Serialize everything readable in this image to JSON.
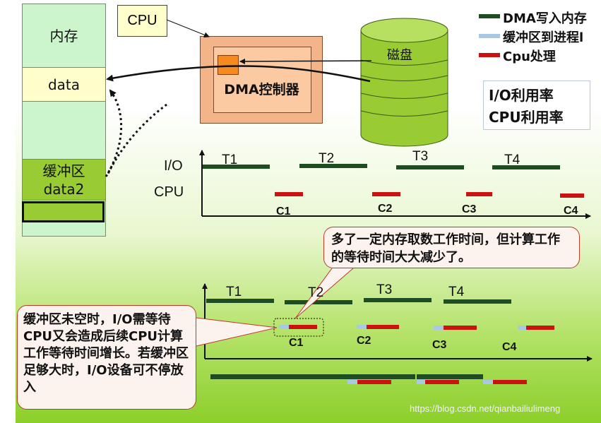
{
  "memory": {
    "label": "内存",
    "data_label": "data",
    "buffer_label": "缓冲区",
    "buffer_data": "data2"
  },
  "cpu_box": "CPU",
  "disk": "磁盘",
  "dma": "DMA控制器",
  "legend": [
    {
      "label": "DMA写入内存",
      "color": "#1e4d22"
    },
    {
      "label": "缓冲区到进程l",
      "color": "#a8c8e6"
    },
    {
      "label": "Cpu处理",
      "color": "#cc1111"
    }
  ],
  "util": {
    "line1": "I/O利用率",
    "line2": "CPU利用率"
  },
  "timeline1": {
    "io_label": "I/O",
    "cpu_label": "CPU",
    "t_labels": [
      "T1",
      "T2",
      "T3",
      "T4"
    ],
    "c_labels": [
      "C1",
      "C2",
      "C3",
      "C4"
    ]
  },
  "timeline2": {
    "t_labels": [
      "T1",
      "T2",
      "T3",
      "T4"
    ],
    "c_labels": [
      "C1",
      "C2",
      "C3",
      "C4"
    ]
  },
  "note_top": "多了一定内存取数工作时间，但计算工作的等待时间大大减少了。",
  "note_left": "缓冲区未空时，I/O需等待CPU又会造成后续CPU计算工作等待时间增长。若缓冲区足够大时，I/O设备可不停放入",
  "watermark": "https://blog.csdn.net/qianbailiulimeng"
}
